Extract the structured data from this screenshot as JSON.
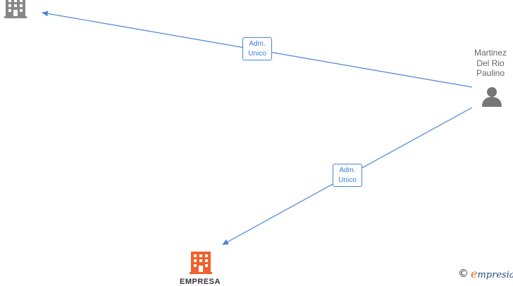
{
  "nodes": {
    "company_top": {
      "label": "",
      "color": "#888888",
      "icon": "building-icon"
    },
    "company_bottom": {
      "label": "EMPRESA",
      "color": "#f0622d",
      "icon": "building-icon"
    },
    "person": {
      "label": "Martinez\nDel Rio\nPaulino",
      "color": "#777777",
      "icon": "person-icon"
    }
  },
  "edges": [
    {
      "from": "person",
      "to": "company_top",
      "label": "Adm.\nUnico"
    },
    {
      "from": "person",
      "to": "company_bottom",
      "label": "Adm.\nUnico"
    }
  ],
  "colors": {
    "edge": "#4a86d6"
  },
  "watermark": {
    "copyright_symbol": "©",
    "initial": "e",
    "brand_rest": "mpresia"
  }
}
